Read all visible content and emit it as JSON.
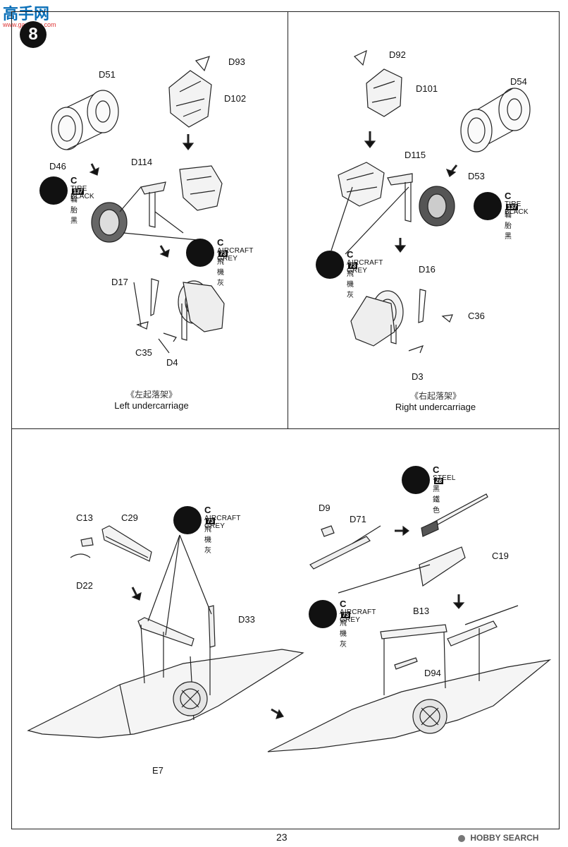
{
  "watermark": {
    "site": "高手网",
    "url": "www.gaoshou.com"
  },
  "step_number": "8",
  "panels": {
    "left": {
      "parts": {
        "d51": "D51",
        "d46": "D46",
        "d93": "D93",
        "d102": "D102",
        "d114": "D114",
        "d17": "D17",
        "c35": "C35",
        "d4": "D4"
      },
      "paints": [
        {
          "code": "C",
          "num": "137",
          "en": "TIRE BLACK",
          "zh": "輪胎黑"
        },
        {
          "code": "C",
          "num": "73",
          "en": "AIRCRAFT GREY",
          "zh": "飛機灰"
        }
      ],
      "caption_zh": "《左起落架》",
      "caption_en": "Left undercarriage"
    },
    "right": {
      "parts": {
        "d92": "D92",
        "d101": "D101",
        "d54": "D54",
        "d115": "D115",
        "d53": "D53",
        "d16": "D16",
        "c36": "C36",
        "d3": "D3"
      },
      "paints": [
        {
          "code": "C",
          "num": "137",
          "en": "TIRE BLACK",
          "zh": "輪胎黑"
        },
        {
          "code": "C",
          "num": "73",
          "en": "AIRCRAFT GREY",
          "zh": "飛機灰"
        }
      ],
      "caption_zh": "《右起落架》",
      "caption_en": "Right undercarriage"
    },
    "bottom": {
      "parts": {
        "c13": "C13",
        "c29": "C29",
        "d22": "D22",
        "d33": "D33",
        "e7": "E7",
        "d9": "D9",
        "d71": "D71",
        "c19": "C19",
        "b13": "B13",
        "d94": "D94"
      },
      "paints": [
        {
          "code": "C",
          "num": "73",
          "en": "AIRCRAFT GREY",
          "zh": "飛機灰"
        },
        {
          "code": "C",
          "num": "28",
          "en": "STEEL",
          "zh": "黑鐵色"
        },
        {
          "code": "C",
          "num": "73",
          "en": "AIRCRAFT GREY",
          "zh": "飛機灰"
        }
      ]
    }
  },
  "page_number": "23",
  "footer_brand": "HOBBY SEARCH"
}
